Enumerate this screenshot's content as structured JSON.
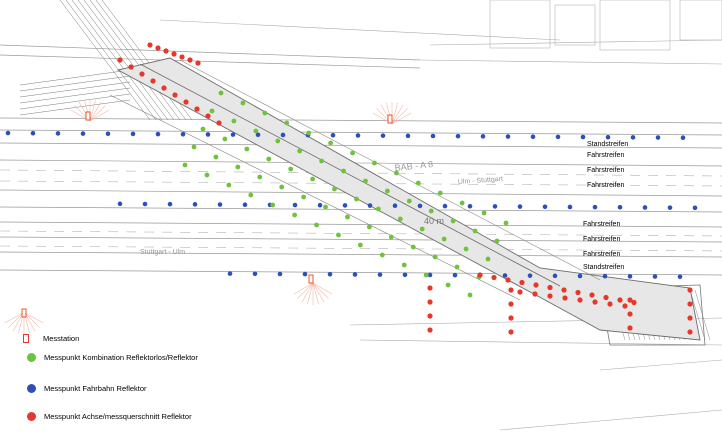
{
  "colors": {
    "combo_point": "#6fc23b",
    "road_point": "#2d4fb8",
    "axis_point": "#e8362a",
    "station": "#e8542a",
    "linework": "#8c8c8c",
    "bridge_fill": "#e7e7e7"
  },
  "lane_labels": {
    "north": [
      "Standstreifen",
      "Fahrstreifen",
      "Fahrstreifen",
      "Fahrstreifen"
    ],
    "south": [
      "Fahrstreifen",
      "Fahrstreifen",
      "Fahrstreifen",
      "Standstreifen"
    ]
  },
  "road_texts": {
    "road_name": "BAB - A 8",
    "direction_north": "Ulm - Stuttgart",
    "direction_south": "Stuttgart - Ulm",
    "dimension": "40 m"
  },
  "legend": {
    "station": "Messtation",
    "combo": "Messpunkt Kombination Reflektorlos/Reflektor",
    "road": "Messpunkt Fahrbahn Reflektor",
    "axis": "Messpunkt Achse/messquerschnitt Reflektor"
  }
}
